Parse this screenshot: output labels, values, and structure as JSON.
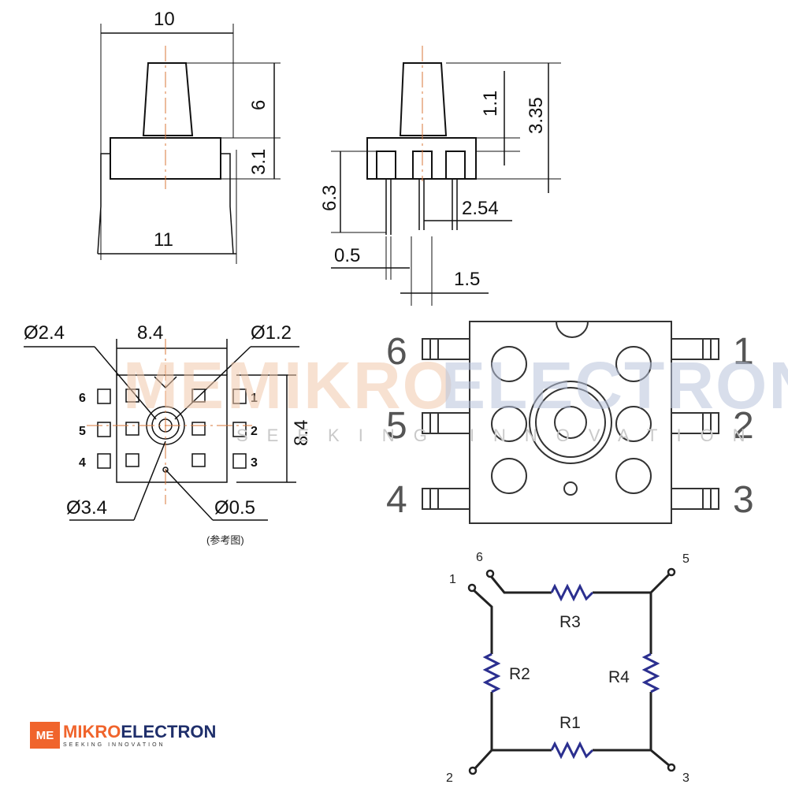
{
  "side_view": {
    "width_top": "10",
    "height_nozzle": "6",
    "height_body": "3.1",
    "width_bottom": "11"
  },
  "front_view": {
    "dim_1_1": "1.1",
    "dim_3_35": "3.35",
    "dim_6_3": "6.3",
    "dim_2_54": "2.54",
    "dim_0_5": "0.5",
    "dim_1_5": "1.5"
  },
  "footprint": {
    "d_2_4": "Ø2.4",
    "width": "8.4",
    "d_1_2": "Ø1.2",
    "height": "8.4",
    "d_3_4": "Ø3.4",
    "d_0_5": "Ø0.5",
    "note": "(参考图)",
    "pins_left": [
      "6",
      "5",
      "4"
    ],
    "pins_right": [
      "1",
      "2",
      "3"
    ]
  },
  "top_view": {
    "pins_left": [
      "6",
      "5",
      "4"
    ],
    "pins_right": [
      "1",
      "2",
      "3"
    ]
  },
  "schematic": {
    "nodes": [
      "1",
      "6",
      "5",
      "2",
      "3"
    ],
    "resistors": [
      "R3",
      "R2",
      "R4",
      "R1"
    ],
    "resistor_color": "#2b2f8f"
  },
  "watermark": {
    "brand_a": "MIKRO",
    "brand_b": "ELECTRON",
    "tagline": "SEEKING INNOVATION",
    "mark": "ME"
  },
  "logo": {
    "mark": "ME",
    "brand_a": "MIKRO",
    "brand_b": "ELECTRON",
    "tagline": "SEEKING INNOVATION"
  }
}
